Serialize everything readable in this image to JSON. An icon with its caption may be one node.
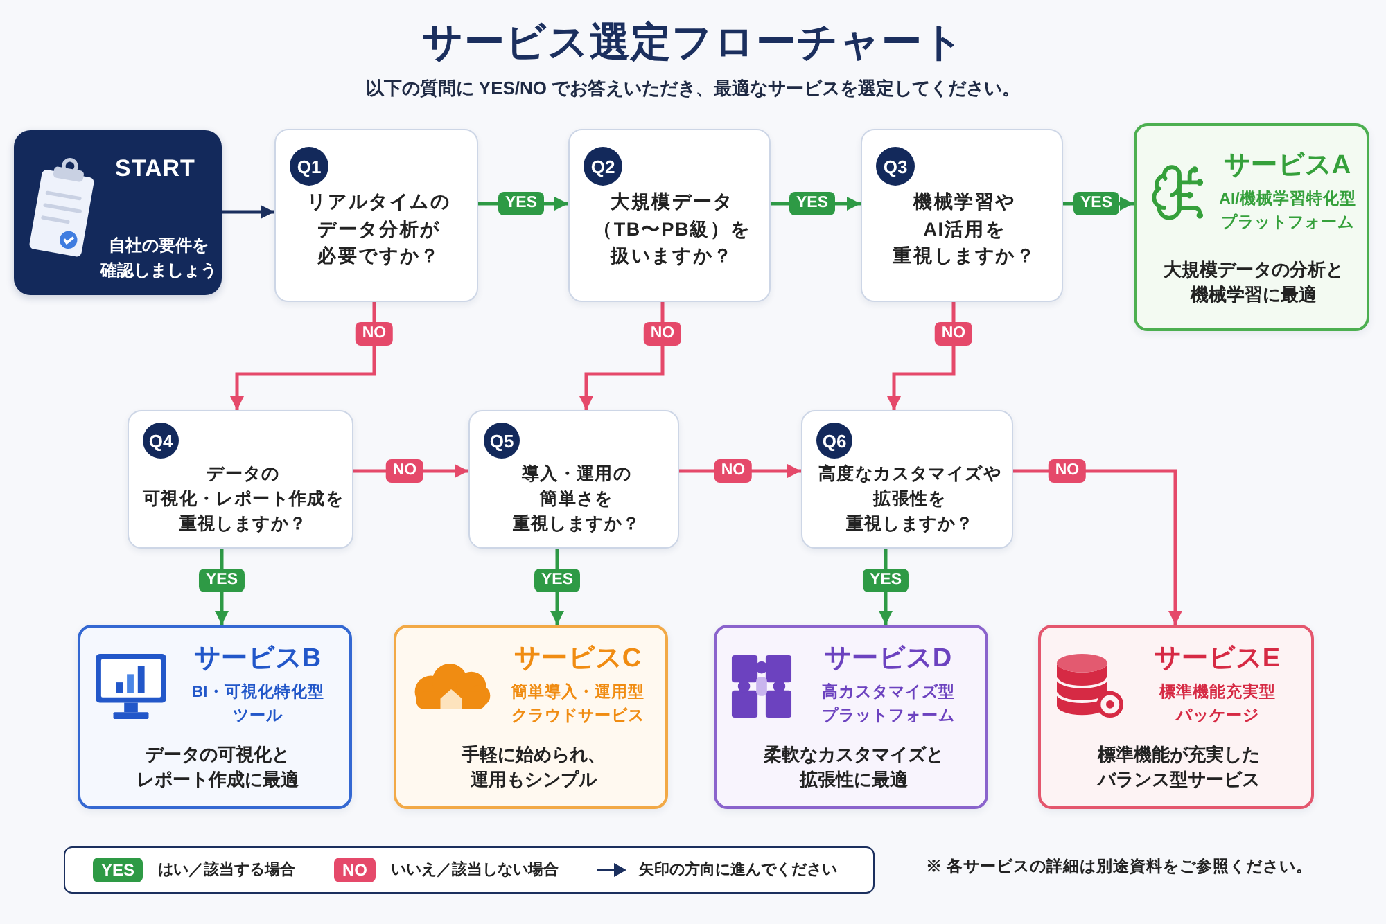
{
  "diagram": {
    "title": "サービス選定フローチャート",
    "nodes": [
      {
        "text": [
          "START",
          "自社の要件を確認しましょう"
        ]
      },
      {
        "text": [
          "Q1",
          "リアルタイムのデータ分析が必要ですか？"
        ]
      },
      {
        "text": [
          "Q2",
          "大規模データ（TB〜PB級）を扱いますか？"
        ]
      },
      {
        "text": [
          "Q3",
          "機械学習やAI活用を重視しますか？"
        ]
      },
      {
        "text": [
          "サービスA",
          "AI/機械学習特化型プラットフォーム",
          "大規模データの分析と機械学習に最適"
        ]
      },
      {
        "text": [
          "Q4",
          "データの可視化・レポート作成を重視しますか？"
        ]
      },
      {
        "text": [
          "Q5",
          "導入・運用の簡単さを重視しますか？"
        ]
      },
      {
        "text": [
          "Q6",
          "高度なカスタマイズや拡張性を重視しますか？"
        ]
      },
      {
        "text": [
          "サービスB",
          "BI・可視化特化型ツール",
          "データの可視化とレポート作成に最適"
        ]
      },
      {
        "text": [
          "サービスC",
          "簡単導入・運用型クラウドサービス",
          "手軽に始められ、運用もシンプル"
        ]
      },
      {
        "text": [
          "サービスD",
          "高カスタマイズ型プラットフォーム",
          "柔軟なカスタマイズと拡張性に最適"
        ]
      },
      {
        "text": [
          "サービスE",
          "標準機能充実型パッケージ",
          "標準機能が充実したバランス型サービス"
        ]
      }
    ],
    "edges": [
      {
        "from": 0,
        "to": 1,
        "arrow": "to",
        "color": "#1b2f5e"
      },
      {
        "from": 1,
        "to": 2,
        "arrow": "to",
        "label": "YES",
        "color": "#2e9a45"
      },
      {
        "from": 2,
        "to": 3,
        "arrow": "to",
        "label": "YES",
        "color": "#2e9a45"
      },
      {
        "from": 3,
        "to": 4,
        "arrow": "to",
        "label": "YES",
        "color": "#2e9a45"
      },
      {
        "from": 1,
        "to": 5,
        "arrow": "to",
        "label": "NO",
        "color": "#e5496a"
      },
      {
        "from": 2,
        "to": 6,
        "arrow": "to",
        "label": "NO",
        "color": "#e5496a"
      },
      {
        "from": 3,
        "to": 7,
        "arrow": "to",
        "label": "NO",
        "color": "#e5496a"
      },
      {
        "from": 5,
        "to": 6,
        "arrow": "to",
        "label": "NO",
        "color": "#e5496a"
      },
      {
        "from": 6,
        "to": 7,
        "arrow": "to",
        "label": "NO",
        "color": "#e5496a"
      },
      {
        "from": 7,
        "to": 11,
        "arrow": "to",
        "label": "NO",
        "color": "#e5496a"
      },
      {
        "from": 5,
        "to": 8,
        "arrow": "to",
        "label": "YES",
        "color": "#2e9a45"
      },
      {
        "from": 6,
        "to": 9,
        "arrow": "to",
        "label": "YES",
        "color": "#2e9a45"
      },
      {
        "from": 7,
        "to": 10,
        "arrow": "to",
        "label": "YES",
        "color": "#2e9a45"
      }
    ],
    "labels": [
      "以下の質問に YES/NO でお答えいただき、最適なサービスを選定してください。",
      "YES",
      "NO",
      "※ 各サービスの詳細は別途資料をご参照ください。"
    ],
    "legend": [
      {
        "text": "はい／該当する場合",
        "color": "#2e9a45"
      },
      {
        "text": "いいえ／該当しない場合",
        "color": "#e5496a"
      },
      {
        "text": "矢印の方向に進んでください"
      }
    ]
  }
}
